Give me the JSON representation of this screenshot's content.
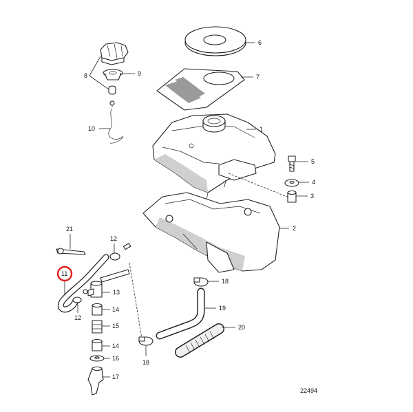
{
  "diagram": {
    "drawing_number": "22494",
    "highlight_color": "#e0201c",
    "highlighted_callout": "11",
    "callouts": {
      "c1": "1",
      "c2": "2",
      "c3": "3",
      "c4": "4",
      "c5": "5",
      "c6": "6",
      "c7": "7",
      "c8": "8",
      "c9": "9",
      "c10": "10",
      "c11": "11",
      "c12a": "12",
      "c12b": "12",
      "c13": "13",
      "c14a": "14",
      "c14b": "14",
      "c15": "15",
      "c16": "16",
      "c17": "17",
      "c18a": "18",
      "c18b": "18",
      "c19": "19",
      "c20": "20",
      "c21": "21"
    }
  }
}
